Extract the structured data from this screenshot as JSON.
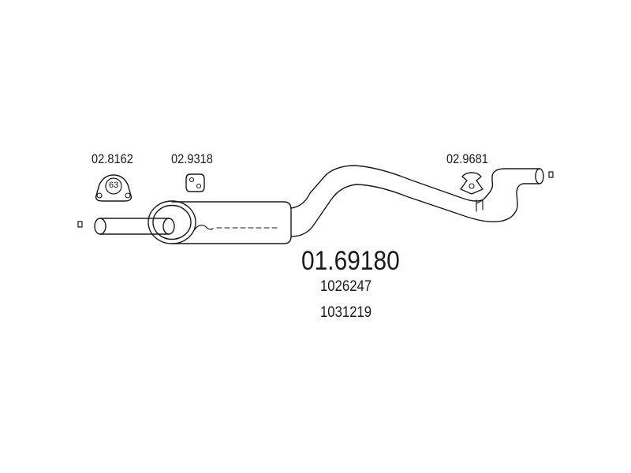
{
  "diagram": {
    "main_part_number": "01.69180",
    "reference_numbers": [
      "1026247",
      "1031219"
    ],
    "parts": [
      {
        "code": "02.8162",
        "icon": "clamp-icon",
        "icon_text": "63"
      },
      {
        "code": "02.9318",
        "icon": "rubber-hanger-icon"
      },
      {
        "code": "02.9681",
        "icon": "bracket-hanger-icon"
      }
    ]
  },
  "colors": {
    "line": "#1a1a1a",
    "background": "#ffffff"
  }
}
